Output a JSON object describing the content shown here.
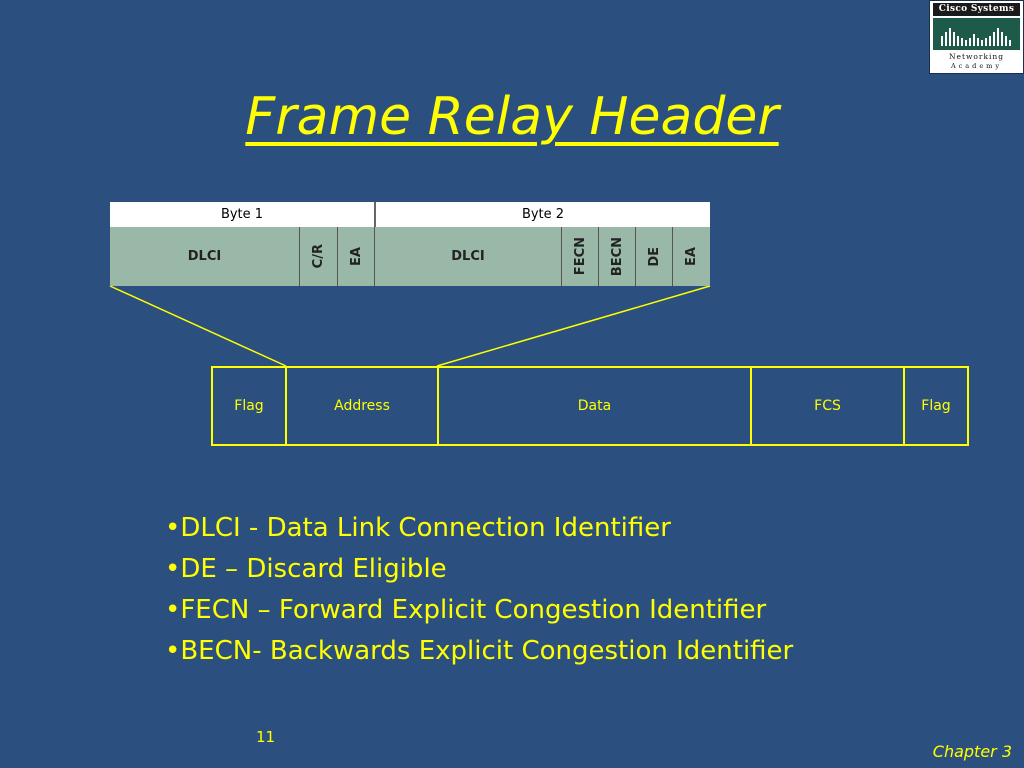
{
  "logo": {
    "top": "Cisco Systems",
    "line1": "Networking",
    "line2": "Academy"
  },
  "title": "Frame Relay Header",
  "header_diagram": {
    "bytes": [
      "Byte 1",
      "Byte 2"
    ],
    "fields": [
      "DLCI",
      "C/R",
      "EA",
      "DLCI",
      "FECN",
      "BECN",
      "DE",
      "EA"
    ]
  },
  "frame": {
    "fields": [
      "Flag",
      "Address",
      "Data",
      "FCS",
      "Flag"
    ]
  },
  "bullets": [
    "•DLCI - Data Link Connection Identifier",
    "•DE – Discard Eligible",
    "•FECN – Forward Explicit Congestion Identifier",
    "•BECN- Backwards Explicit Congestion Identifier"
  ],
  "page_number": "11",
  "chapter": "Chapter 3"
}
